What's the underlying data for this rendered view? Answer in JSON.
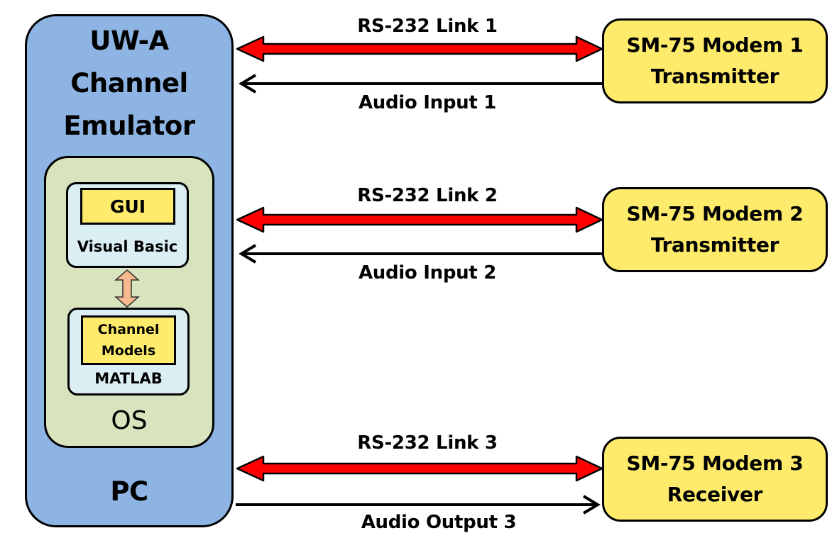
{
  "pc": {
    "title_lines": [
      "UW-A",
      "Channel",
      "Emulator"
    ],
    "footer": "PC",
    "os_label": "OS",
    "gui_module": {
      "label": "GUI",
      "platform": "Visual Basic"
    },
    "models_module": {
      "label_lines": [
        "Channel",
        "Models"
      ],
      "platform": "MATLAB"
    }
  },
  "modems": [
    {
      "name": "SM-75 Modem 1",
      "role": "Transmitter"
    },
    {
      "name": "SM-75 Modem 2",
      "role": "Transmitter"
    },
    {
      "name": "SM-75 Modem 3",
      "role": "Receiver"
    }
  ],
  "links": [
    {
      "serial": "RS-232 Link 1",
      "audio": "Audio Input 1",
      "audio_direction": "modem-to-pc"
    },
    {
      "serial": "RS-232 Link 2",
      "audio": "Audio Input 2",
      "audio_direction": "modem-to-pc"
    },
    {
      "serial": "RS-232 Link 3",
      "audio": "Audio Output 3",
      "audio_direction": "pc-to-modem"
    }
  ],
  "colors": {
    "pc_fill": "#8eb4e3",
    "os_fill": "#d7e4bd",
    "module_fill": "#dbeef4",
    "highlight_fill": "#ffeb6b",
    "serial_arrow": "#ff0000",
    "internal_arrow": "#f8b98f"
  }
}
